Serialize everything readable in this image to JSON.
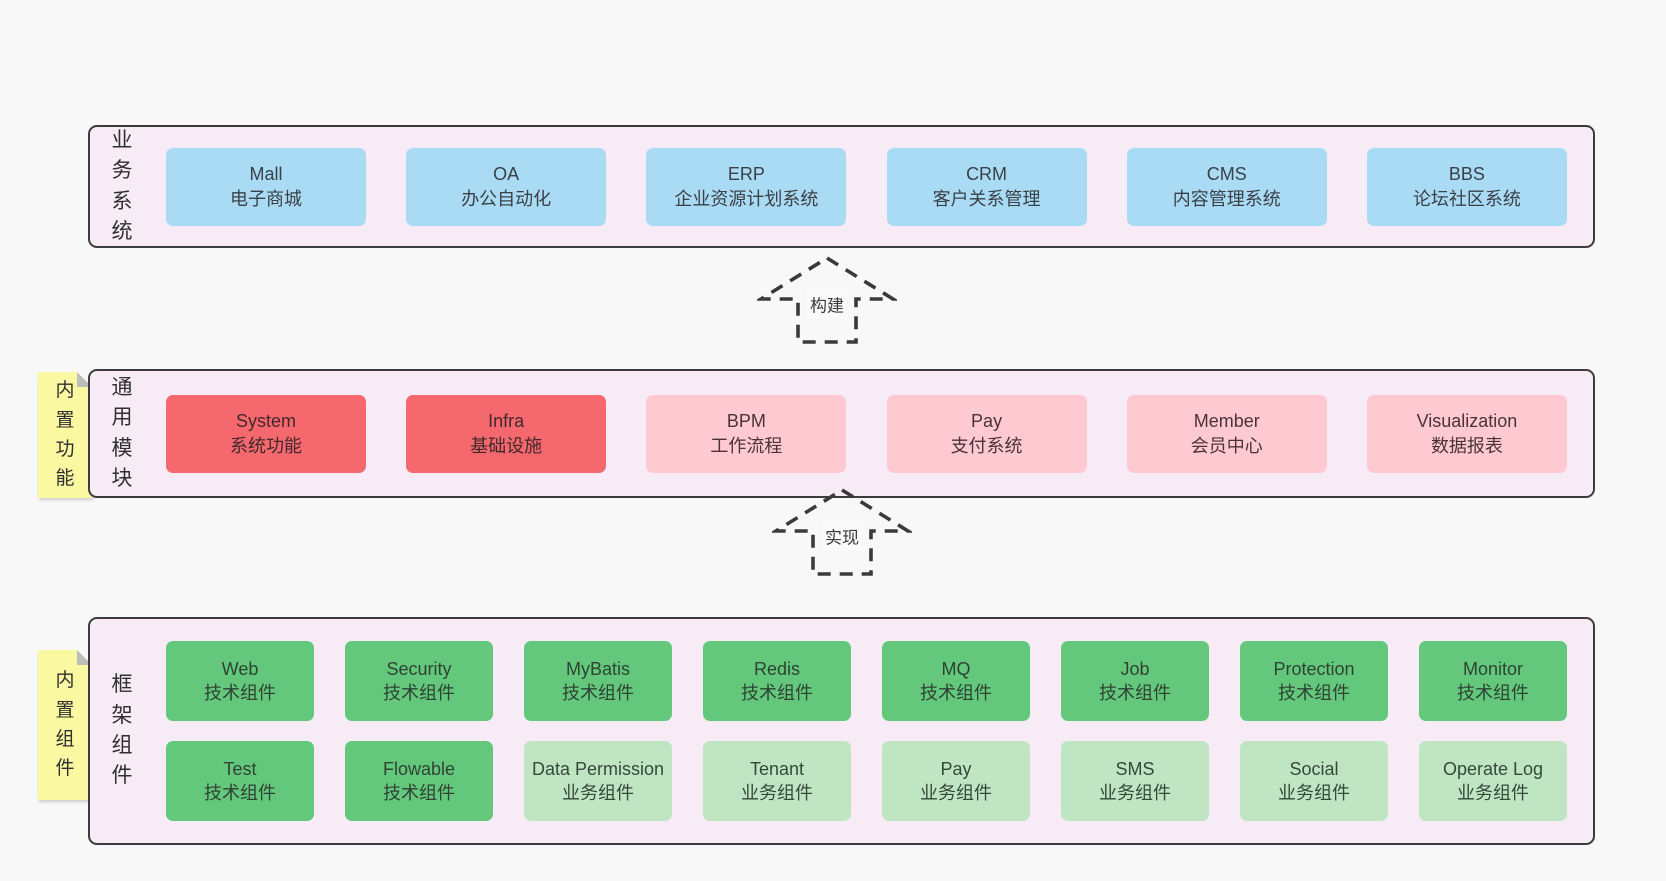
{
  "palette": {
    "background": "#f8f8f8",
    "section_background": "#f7ecf6",
    "section_border": "#3c3c3c",
    "blue_box": "#a9dbf5",
    "red_box": "#f5686d",
    "pink_box": "#ffc9d2",
    "green_box": "#63c87c",
    "light_green_box": "#bfe5c3",
    "sticky_note_yellow": "#fbf8a2"
  },
  "arrows": {
    "build": "构建",
    "implement": "实现"
  },
  "sections": {
    "business": {
      "label": "业务系统",
      "boxes": [
        {
          "title": "Mall",
          "subtitle": "电子商城"
        },
        {
          "title": "OA",
          "subtitle": "办公自动化"
        },
        {
          "title": "ERP",
          "subtitle": "企业资源计划系统"
        },
        {
          "title": "CRM",
          "subtitle": "客户关系管理"
        },
        {
          "title": "CMS",
          "subtitle": "内容管理系统"
        },
        {
          "title": "BBS",
          "subtitle": "论坛社区系统"
        }
      ]
    },
    "modules": {
      "label": "通用模块",
      "sticky": "内置功能",
      "boxes": [
        {
          "title": "System",
          "subtitle": "系统功能"
        },
        {
          "title": "Infra",
          "subtitle": "基础设施"
        },
        {
          "title": "BPM",
          "subtitle": "工作流程"
        },
        {
          "title": "Pay",
          "subtitle": "支付系统"
        },
        {
          "title": "Member",
          "subtitle": "会员中心"
        },
        {
          "title": "Visualization",
          "subtitle": "数据报表"
        }
      ]
    },
    "framework": {
      "label": "框架组件",
      "sticky": "内置组件",
      "row1": [
        {
          "title": "Web",
          "subtitle": "技术组件"
        },
        {
          "title": "Security",
          "subtitle": "技术组件"
        },
        {
          "title": "MyBatis",
          "subtitle": "技术组件"
        },
        {
          "title": "Redis",
          "subtitle": "技术组件"
        },
        {
          "title": "MQ",
          "subtitle": "技术组件"
        },
        {
          "title": "Job",
          "subtitle": "技术组件"
        },
        {
          "title": "Protection",
          "subtitle": "技术组件"
        },
        {
          "title": "Monitor",
          "subtitle": "技术组件"
        }
      ],
      "row2": [
        {
          "title": "Test",
          "subtitle": "技术组件"
        },
        {
          "title": "Flowable",
          "subtitle": "技术组件"
        },
        {
          "title": "Data Permission",
          "subtitle": "业务组件"
        },
        {
          "title": "Tenant",
          "subtitle": "业务组件"
        },
        {
          "title": "Pay",
          "subtitle": "业务组件"
        },
        {
          "title": "SMS",
          "subtitle": "业务组件"
        },
        {
          "title": "Social",
          "subtitle": "业务组件"
        },
        {
          "title": "Operate Log",
          "subtitle": "业务组件"
        }
      ]
    }
  }
}
